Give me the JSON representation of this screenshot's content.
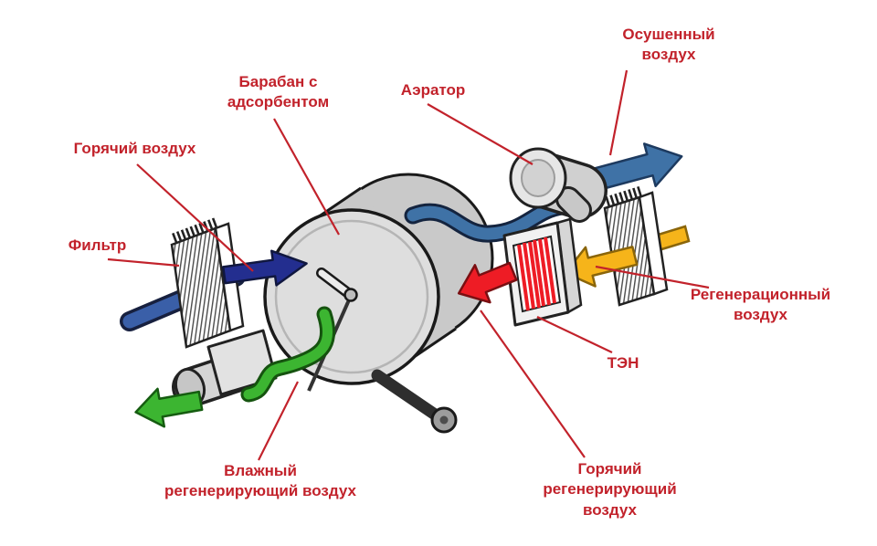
{
  "diagram": {
    "labels": {
      "dried_air": {
        "lines": [
          "Осушенный",
          "воздух"
        ]
      },
      "drum": {
        "lines": [
          "Барабан с",
          "адсорбентом"
        ]
      },
      "aerator": {
        "lines": [
          "Аэратор"
        ]
      },
      "hot_air": {
        "lines": [
          "Горячий воздух"
        ]
      },
      "filter": {
        "lines": [
          "Фильтр"
        ]
      },
      "regen_air": {
        "lines": [
          "Регенерационный",
          "воздух"
        ]
      },
      "heater": {
        "lines": [
          "ТЭН"
        ]
      },
      "hot_regen_air": {
        "lines": [
          "Горячий",
          "регенерирующий",
          "воздух"
        ]
      },
      "wet_regen_air": {
        "lines": [
          "Влажный",
          "регенерирующий воздух"
        ]
      }
    },
    "colors": {
      "label": "#c2222b",
      "navy": "#232e8f",
      "pipe_blue": "#3a5fa8",
      "steel": "#3f72a6",
      "green": "#3cb531",
      "yellow": "#f6b41a",
      "red": "#ee1c25",
      "drum_gray": "#dedede"
    }
  }
}
